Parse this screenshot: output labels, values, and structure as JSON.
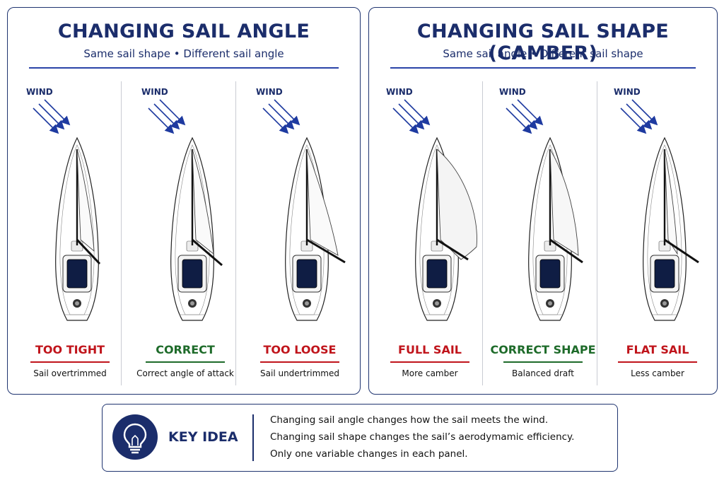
{
  "left": {
    "title": "CHANGING SAIL ANGLE",
    "subtitle": "Same sail shape  •  Different sail angle",
    "columns": [
      {
        "wind": "WIND",
        "label": "TOO TIGHT",
        "desc": "Sail overtrimmed",
        "color": "#c0141b"
      },
      {
        "wind": "WIND",
        "label": "CORRECT",
        "desc": "Correct angle of attack",
        "color": "#1e6b2a"
      },
      {
        "wind": "WIND",
        "label": "TOO LOOSE",
        "desc": "Sail undertrimmed",
        "color": "#c0141b"
      }
    ]
  },
  "right": {
    "title": "CHANGING SAIL SHAPE (CAMBER)",
    "subtitle": "Same sail angle  •  Different sail shape",
    "columns": [
      {
        "wind": "WIND",
        "label": "FULL SAIL",
        "desc": "More camber",
        "color": "#c0141b"
      },
      {
        "wind": "WIND",
        "label": "CORRECT SHAPE",
        "desc": "Balanced draft",
        "color": "#1e6b2a"
      },
      {
        "wind": "WIND",
        "label": "FLAT SAIL",
        "desc": "Less camber",
        "color": "#c0141b"
      }
    ]
  },
  "key": {
    "title": "KEY IDEA",
    "lines": [
      "Changing sail angle changes how the sail meets the wind.",
      "Changing sail shape changes the sail’s aerodymamic efficiency.",
      "Only one variable changes in each panel."
    ],
    "icon": "lightbulb-icon"
  },
  "colors": {
    "navy": "#1b2d6b",
    "red": "#c0141b",
    "green": "#1e6b2a",
    "arrow": "#1e3aa0"
  }
}
